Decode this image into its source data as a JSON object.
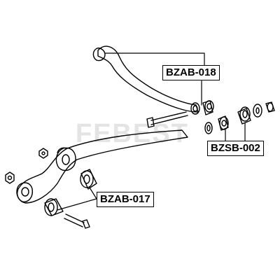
{
  "watermark": {
    "text": "FEBEST"
  },
  "callouts": {
    "upper_arm": "BZAB-018",
    "bushing_kit": "BZSB-002",
    "lower_arm": "BZAB-017"
  },
  "colors": {
    "line": "#000000",
    "background": "#ffffff",
    "watermark": "#e4e4e4"
  }
}
